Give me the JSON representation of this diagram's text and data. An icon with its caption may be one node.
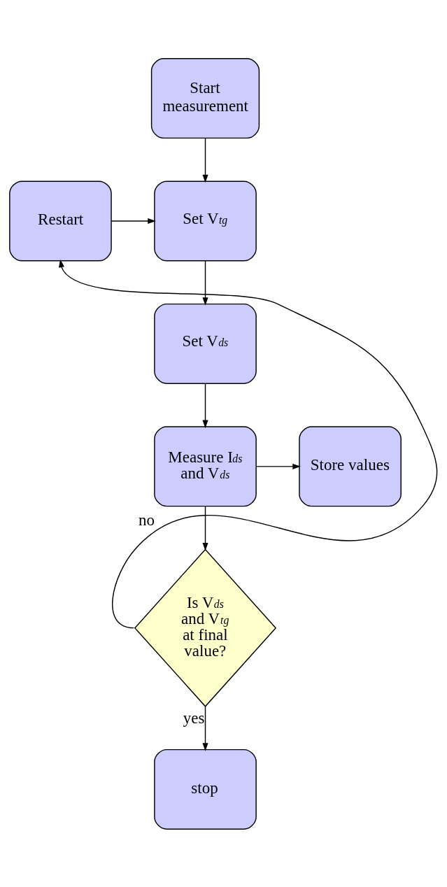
{
  "diagram": {
    "nodes": [
      {
        "text": [
          "Start measurement"
        ]
      },
      {
        "text": [
          "Restart"
        ]
      },
      {
        "text": [
          "Set V$_{tg}$"
        ]
      },
      {
        "text": [
          "Set V$_{ds}$"
        ]
      },
      {
        "text": [
          "Measure I$_{ds}$ and V$_{ds}$"
        ]
      },
      {
        "text": [
          "Store values"
        ]
      },
      {
        "text": [
          "Is V$_{ds}$ and V$_{tg}$ at final value?"
        ]
      },
      {
        "text": [
          "stop"
        ]
      }
    ],
    "edges": [
      {
        "from": 0,
        "to": 2,
        "arrow": "to"
      },
      {
        "from": 1,
        "to": 2,
        "arrow": "to"
      },
      {
        "from": 2,
        "to": 3,
        "arrow": "to"
      },
      {
        "from": 3,
        "to": 4,
        "arrow": "to"
      },
      {
        "from": 4,
        "to": 5,
        "arrow": "to"
      },
      {
        "from": 4,
        "to": 6,
        "arrow": "to"
      },
      {
        "from": 6,
        "to": 1,
        "arrow": "to",
        "label": "no"
      },
      {
        "from": 6,
        "to": 7,
        "arrow": "to",
        "label": "yes"
      }
    ]
  }
}
